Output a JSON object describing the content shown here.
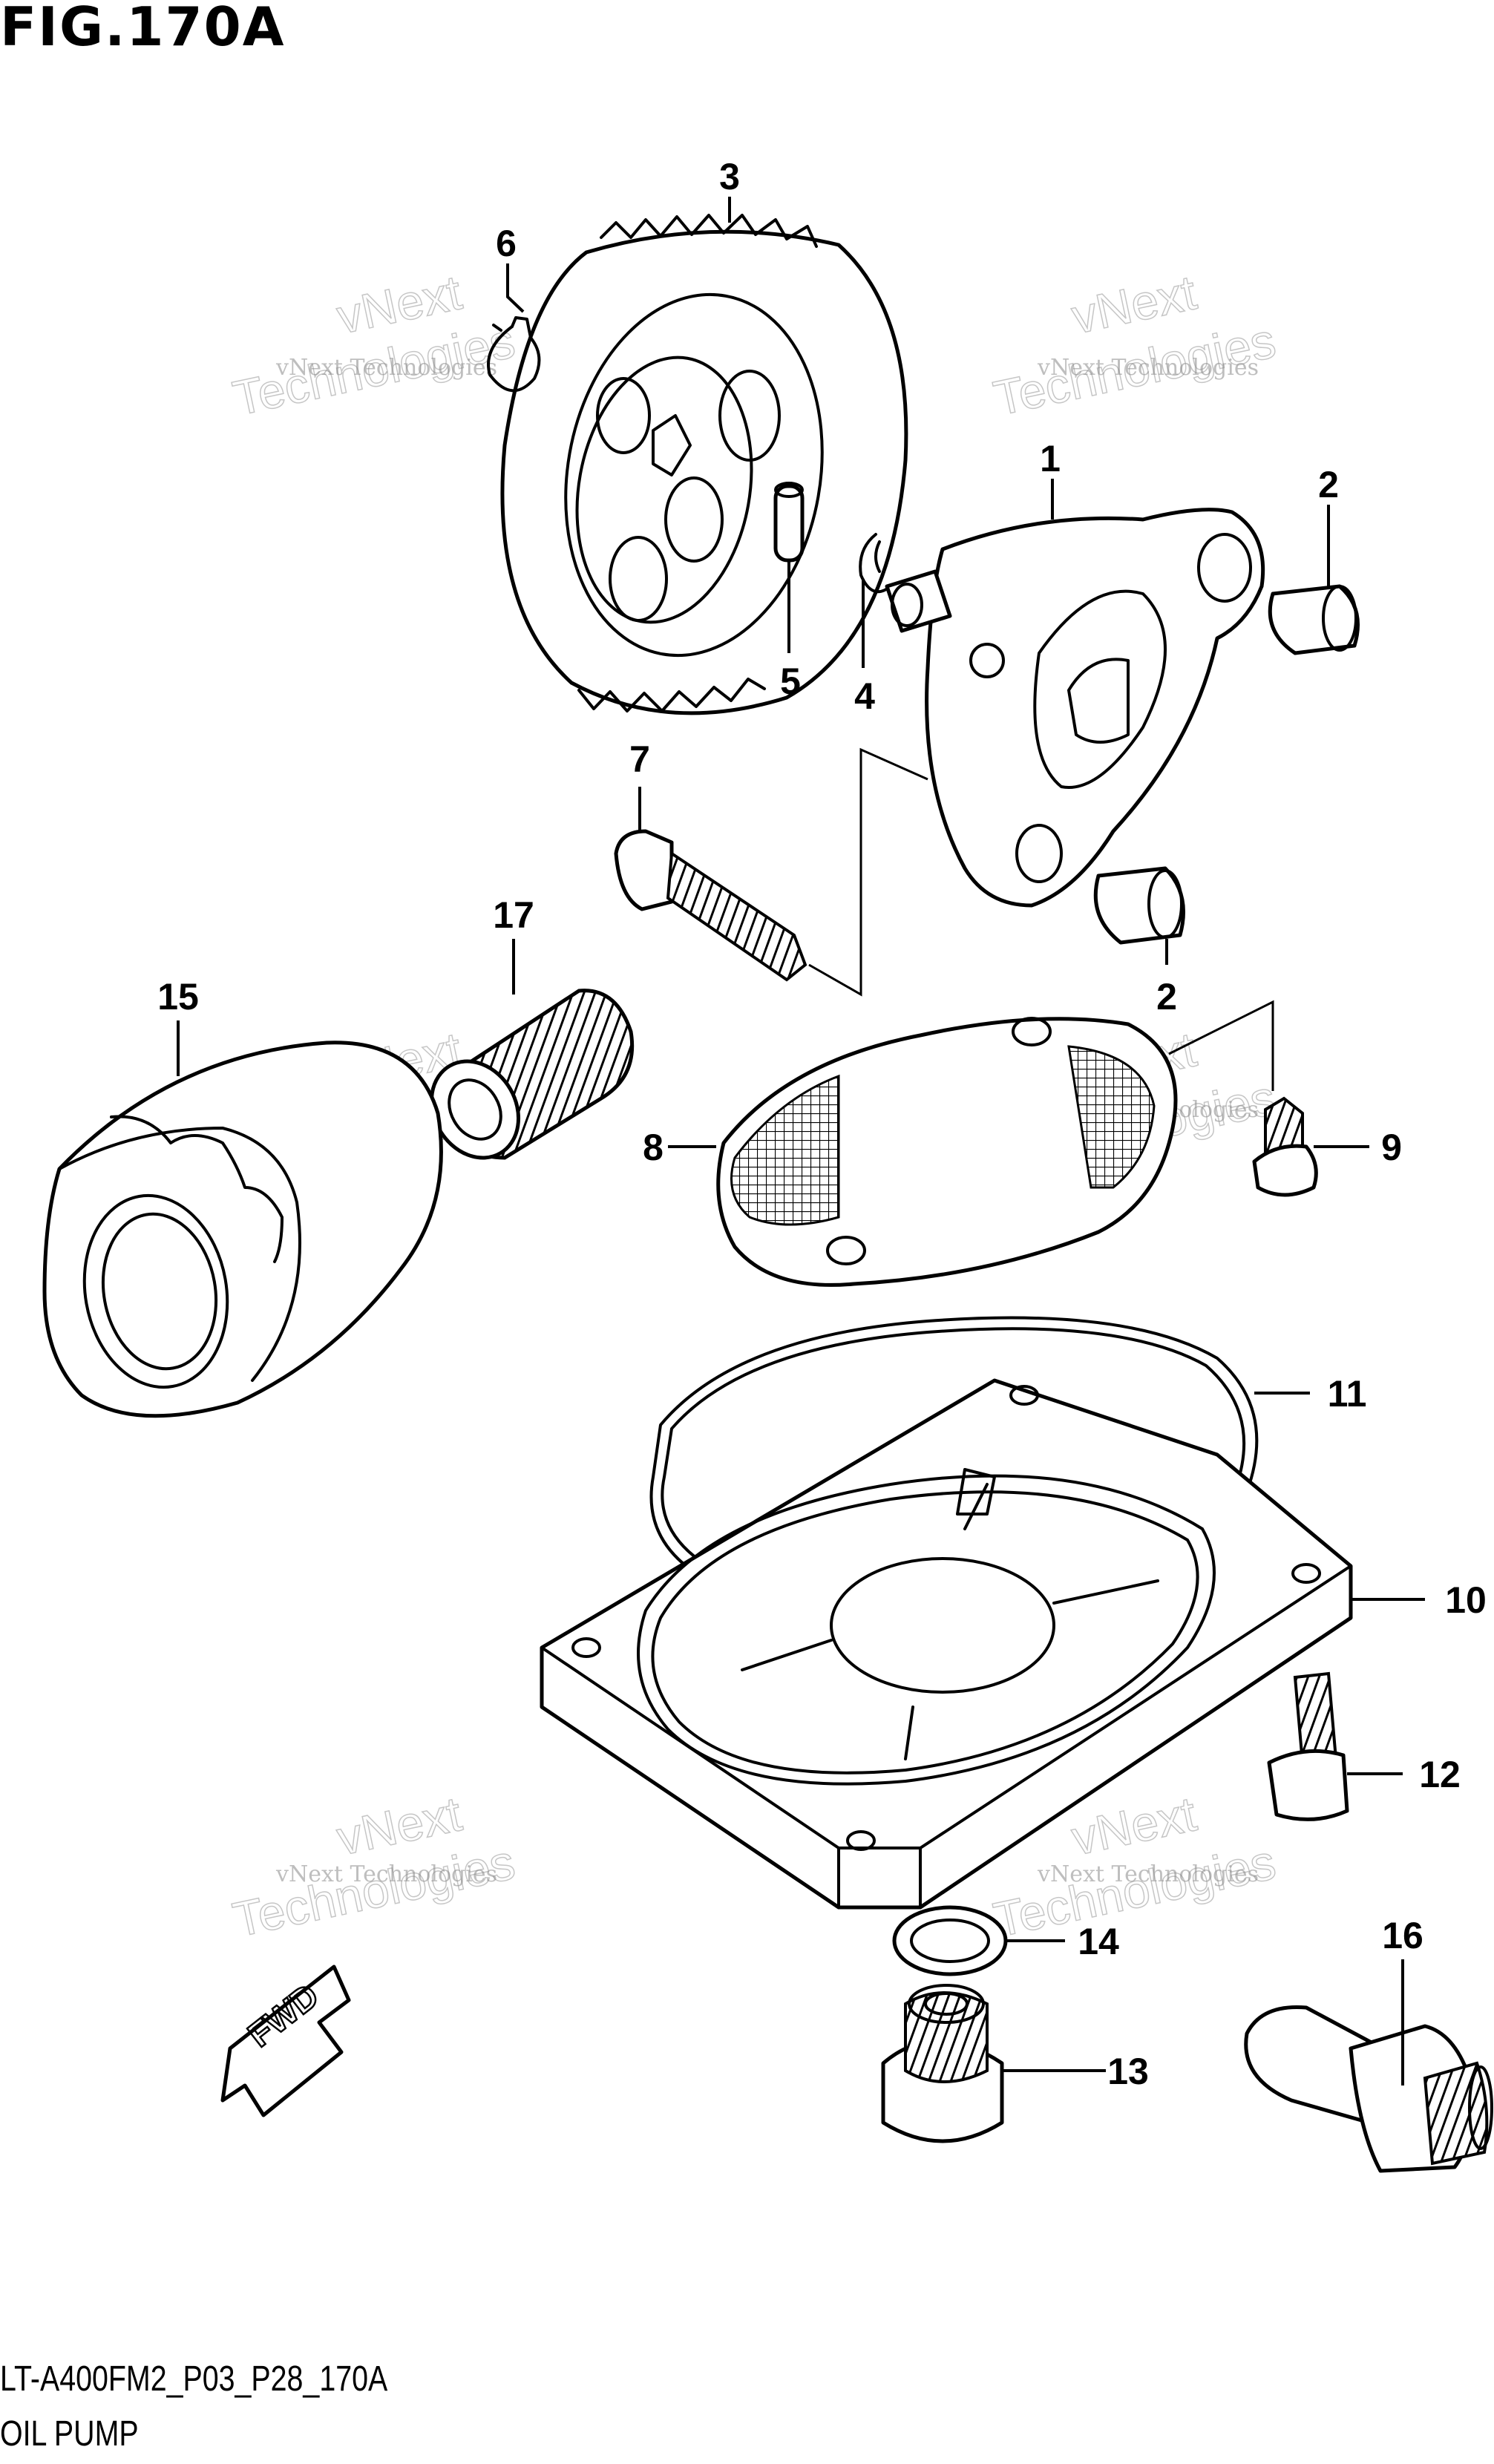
{
  "figure": {
    "title": "FIG.170A",
    "code": "LT-A400FM2_P03_P28_170A",
    "name": "OIL PUMP"
  },
  "watermark": {
    "small": "vNext Technologies",
    "large_top": "vNext",
    "large_bottom": "Technologies"
  },
  "fwd_label": "FWD",
  "callouts": [
    {
      "id": "callout-1",
      "label": "1"
    },
    {
      "id": "callout-2a",
      "label": "2"
    },
    {
      "id": "callout-2b",
      "label": "2"
    },
    {
      "id": "callout-3",
      "label": "3"
    },
    {
      "id": "callout-4",
      "label": "4"
    },
    {
      "id": "callout-5",
      "label": "5"
    },
    {
      "id": "callout-6",
      "label": "6"
    },
    {
      "id": "callout-7",
      "label": "7"
    },
    {
      "id": "callout-8",
      "label": "8"
    },
    {
      "id": "callout-9",
      "label": "9"
    },
    {
      "id": "callout-10",
      "label": "10"
    },
    {
      "id": "callout-11",
      "label": "11"
    },
    {
      "id": "callout-12",
      "label": "12"
    },
    {
      "id": "callout-13",
      "label": "13"
    },
    {
      "id": "callout-14",
      "label": "14"
    },
    {
      "id": "callout-15",
      "label": "15"
    },
    {
      "id": "callout-16",
      "label": "16"
    },
    {
      "id": "callout-17",
      "label": "17"
    }
  ]
}
